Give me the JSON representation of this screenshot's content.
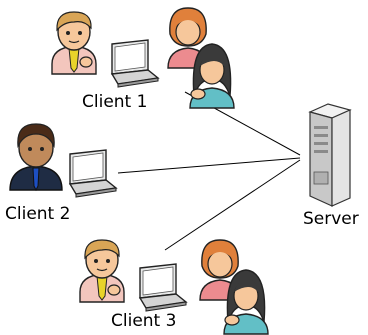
{
  "diagram": {
    "clients": [
      {
        "label": "Client 1"
      },
      {
        "label": "Client 2"
      },
      {
        "label": "Client 3"
      }
    ],
    "server": {
      "label": "Server"
    }
  }
}
